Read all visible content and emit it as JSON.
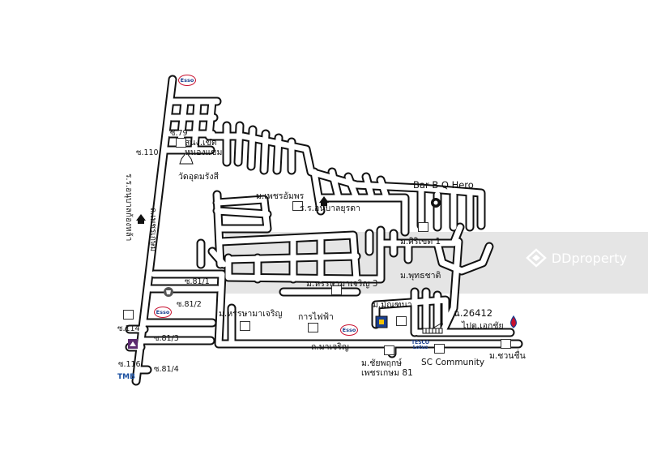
{
  "labels": {
    "soi_79": "ซ.79",
    "nong_khaem_office": "สนง.เขต\nหนองแขม",
    "soi_110": "ซ.110",
    "wat_udom": "วัดอุดมรังสี",
    "school_anuban_kong": "ร.ร.อนุบาลก้องหล้า",
    "rd_phetkasem": "ถ.เพชรเกษม",
    "m_phet_amphon": "ม.เพชรอัมพร",
    "school_anuban_yurada": "ร.ร.อนุบาลยุรดา",
    "bar_b_q": "Bar B Q Hero",
    "m_siri_khet": "ม.ศิริเขต 1",
    "m_phutthachat": "ม.พุทธชาติ",
    "m_harnya_3": "ม.หรรษามาเจริญ 3",
    "soi_81_1": "ซ.81/1",
    "soi_81_2": "ซ.81/2",
    "m_harnya": "ม.หรรษามาเจริญ",
    "electric": "การไฟฟ้า",
    "m_manthana": "ม.มัณฑนา",
    "ch_26412": "ฉ.26412",
    "ptt_ekachai": "ไปต.เอกชัย",
    "soi_114": "ซ.114",
    "soi_81_3": "ซ.81/3",
    "rd_ma_charoen": "ถ.มาเจริญ",
    "soi_116": "ซ.116",
    "soi_81_4": "ซ.81/4",
    "m_chaiyaphruek": "ม.ชัยพฤกษ์\nเพชรเกษม 81",
    "sc_community": "SC Community",
    "m_chuan_chuen": "ม.ชวนชื่น"
  },
  "brands": {
    "esso": "Esso",
    "tmb": "TMB",
    "tesco": "TESCO\nLotus"
  },
  "watermark": {
    "text": "DDproperty"
  },
  "colors": {
    "road_outline": "#111111",
    "road_fill": "#ffffff",
    "watermark_band": "#d9d9d9",
    "esso_red": "#c8102e",
    "esso_blue": "#1a3f8f"
  }
}
